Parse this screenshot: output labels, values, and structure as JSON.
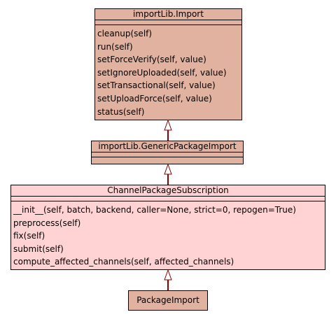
{
  "classes": {
    "import": {
      "name": "importLib.Import",
      "operations": [
        "cleanup(self)",
        "run(self)",
        "setForceVerify(self, value)",
        "setIgnoreUploaded(self, value)",
        "setTransactional(self, value)",
        "setUploadForce(self, value)",
        "status(self)"
      ]
    },
    "generic_package_import": {
      "name": "importLib.GenericPackageImport",
      "operations": []
    },
    "channel_package_subscription": {
      "name": "ChannelPackageSubscription",
      "operations": [
        "__init__(self, batch, backend, caller=None, strict=0, repogen=True)",
        "preprocess(self)",
        "fix(self)",
        "submit(self)",
        "compute_affected_channels(self, affected_channels)"
      ]
    },
    "package_import": {
      "name": "PackageImport",
      "operations": []
    }
  },
  "colors": {
    "base_class_fill": "#e1b2a0",
    "focus_class_fill": "#ffd3d3",
    "inheritance_edge": "#8b0000"
  }
}
